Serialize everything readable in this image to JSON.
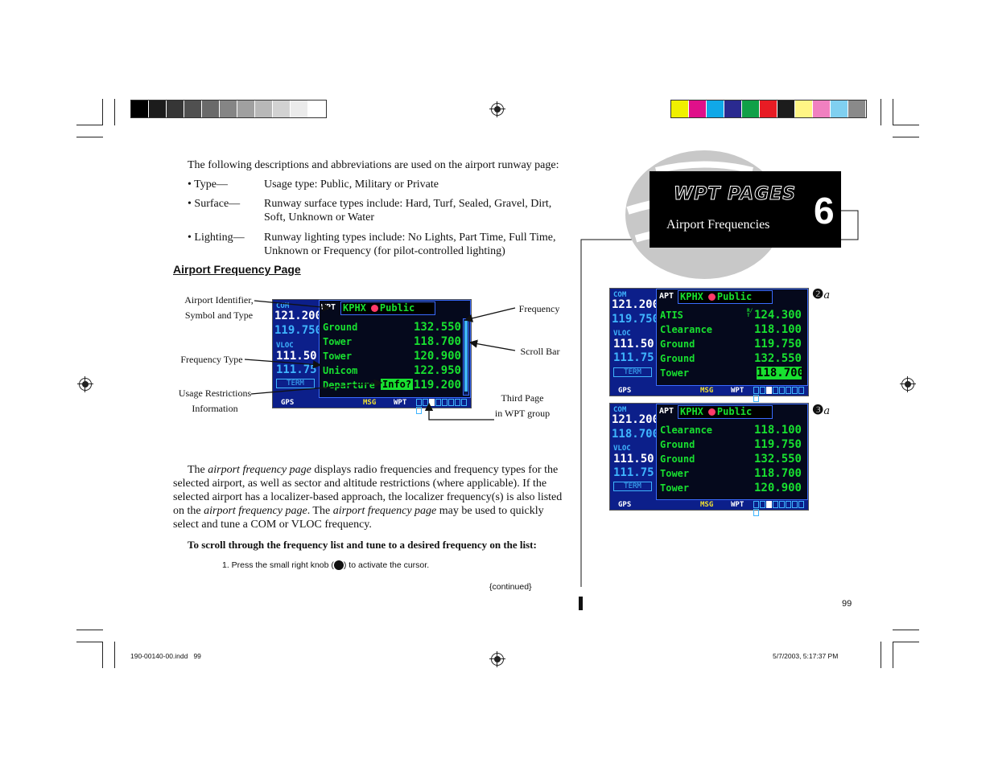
{
  "intro": "The following descriptions and abbreviations are used on the airport runway page:",
  "definitions": [
    {
      "term": "• Type—",
      "desc": "Usage type: Public, Military or Private"
    },
    {
      "term": "• Surface—",
      "desc": "Runway surface types include: Hard, Turf, Sealed, Gravel, Dirt, Soft, Unknown or Water"
    },
    {
      "term": "• Lighting—",
      "desc": "Runway lighting types include: No Lights, Part Time, Full Time, Unknown or Frequency (for pilot-controlled lighting)"
    }
  ],
  "section_heading": "Airport Frequency Page",
  "callouts": {
    "airport_identifier": [
      "Airport Identifier,",
      "Symbol and Type"
    ],
    "frequency_type": "Frequency Type",
    "usage_restrictions": [
      "Usage Restrictions",
      "Information"
    ],
    "frequency": "Frequency",
    "scroll_bar": "Scroll Bar",
    "third_page": [
      "Third Page",
      "in WPT group"
    ]
  },
  "paragraph": {
    "p1": "The ",
    "i1": "airport frequency page",
    "p2": " displays radio frequencies and frequency types for the selected airport, as well as sector and altitude restrictions (where applicable). If the selected airport has a localizer-based approach, the localizer frequency(s) is also listed on the ",
    "i2": "airport frequency page",
    "p3": ". The ",
    "i3": "airport frequency page",
    "p4": " may be used to quickly select and tune a COM or VLOC frequency."
  },
  "procedure_heading": "To scroll through the frequency list and tune to a desired frequency on the list:",
  "step1": {
    "pre": "1. Press the small right knob (",
    "knob": "PUSH CRSR",
    "post": ") to activate the cursor."
  },
  "continued": "{continued}",
  "tab": {
    "title": "WPT PAGES",
    "subtitle": "Airport Frequencies",
    "number": "6"
  },
  "page_number": "99",
  "footer_left": "190-00140-00.indd   99",
  "footer_right": "5/7/2003, 5:17:37 PM",
  "screen_labels": {
    "com": "COM",
    "vloc": "VLOC",
    "term": "TERM",
    "gps": "GPS",
    "msg": "MSG",
    "wpt": "WPT",
    "apt": "APT",
    "ident": "KPHX",
    "type": "Public"
  },
  "screen_main": {
    "com_active": "121.200",
    "com_standby": "119.750",
    "vloc_active": "111.50",
    "vloc_standby": "111.75",
    "rows": [
      {
        "name": "Ground",
        "freq": "132.550"
      },
      {
        "name": "Tower",
        "freq": "118.700"
      },
      {
        "name": "Tower",
        "freq": "120.900"
      },
      {
        "name": "Unicom",
        "freq": "122.950"
      },
      {
        "name": "Departure",
        "info": "Info?",
        "freq": "119.200"
      }
    ]
  },
  "screen_2": {
    "chip": "❷",
    "chip_suffix": "a",
    "com_active": "121.200",
    "com_standby": "119.750",
    "vloc_active": "111.50",
    "vloc_standby": "111.75",
    "rows": [
      {
        "name": "ATIS",
        "marker": "R/T",
        "freq": "124.300"
      },
      {
        "name": "Clearance",
        "freq": "118.100"
      },
      {
        "name": "Ground",
        "freq": "119.750"
      },
      {
        "name": "Ground",
        "freq": "132.550"
      },
      {
        "name": "Tower",
        "freq": "118.700"
      }
    ]
  },
  "screen_3": {
    "chip": "❸",
    "chip_suffix": "a",
    "com_active": "121.200",
    "com_standby": "118.700",
    "vloc_active": "111.50",
    "vloc_standby": "111.75",
    "rows": [
      {
        "name": "Clearance",
        "freq": "118.100"
      },
      {
        "name": "Ground",
        "freq": "119.750"
      },
      {
        "name": "Ground",
        "freq": "132.550"
      },
      {
        "name": "Tower",
        "freq": "118.700"
      },
      {
        "name": "Tower",
        "freq": "120.900"
      }
    ]
  },
  "colors": {
    "screen_bg": "#0c1f8a",
    "screen_text": "#18e030",
    "screen_label": "#3fb5ff",
    "grayscale_bar": [
      "#000000",
      "#1c1c1c",
      "#363636",
      "#505050",
      "#6a6a6a",
      "#858585",
      "#a0a0a0",
      "#b8b8b8",
      "#d2d2d2",
      "#ebebeb",
      "#ffffff"
    ],
    "color_bar": [
      "#f0f000",
      "#e0108a",
      "#10a8e8",
      "#2a2a90",
      "#10a048",
      "#e81c24",
      "#1c1c1c",
      "#fff585",
      "#f080c0",
      "#80d0f0",
      "#8a8a8a"
    ]
  }
}
